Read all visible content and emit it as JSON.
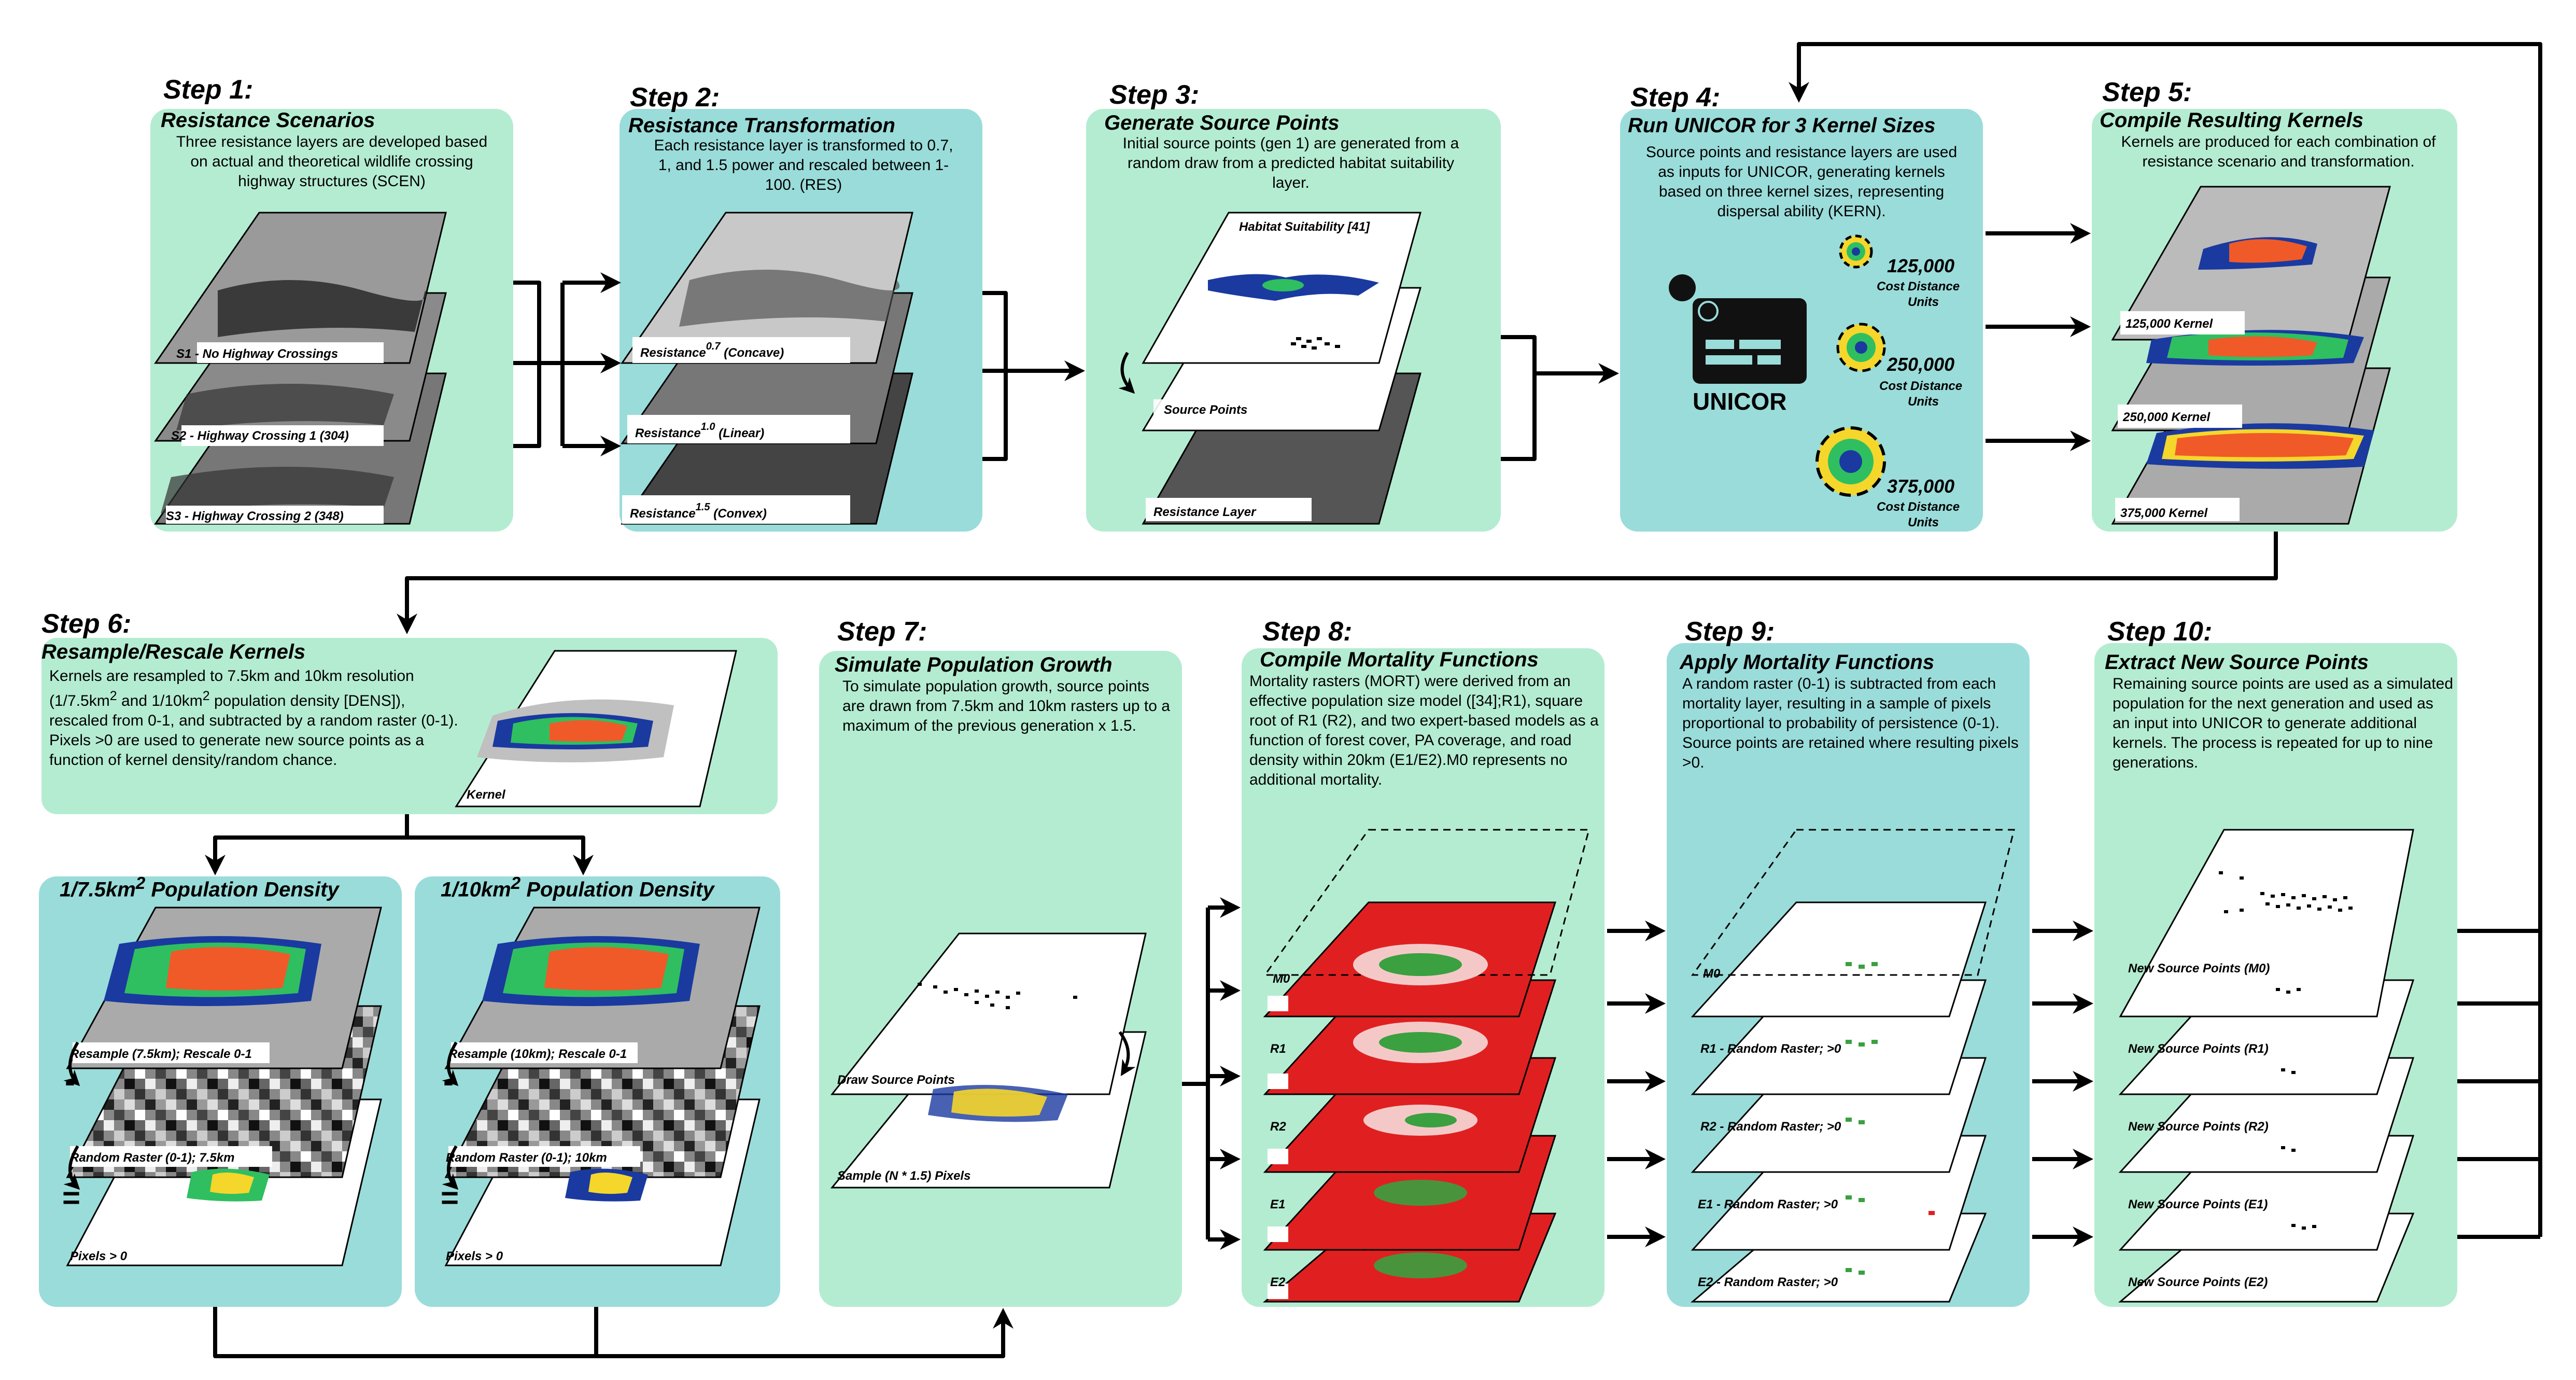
{
  "steps": {
    "s1": {
      "title": "Step 1:",
      "subtitle": "Resistance Scenarios",
      "desc": "Three resistance layers are developed based on actual and theoretical wildlife crossing highway structures (SCEN)",
      "layers": [
        "S1 - No Highway Crossings",
        "S2 - Highway Crossing 1 (304)",
        "S3 - Highway Crossing 2 (348)"
      ]
    },
    "s2": {
      "title": "Step 2:",
      "subtitle": "Resistance Transformation",
      "desc": "Each resistance layer is transformed to 0.7, 1, and 1.5 power and rescaled between 1-100. (RES)",
      "layers": [
        {
          "base": "Resistance",
          "sup": "0.7",
          "suffix": " (Concave)"
        },
        {
          "base": "Resistance",
          "sup": "1.0",
          "suffix": " (Linear)"
        },
        {
          "base": "Resistance",
          "sup": "1.5",
          "suffix": " (Convex)"
        }
      ]
    },
    "s3": {
      "title": "Step 3:",
      "subtitle": "Generate Source Points",
      "desc": "Initial source points (gen 1) are generated from a random draw from a predicted habitat suitability layer.",
      "layers": [
        "Habitat Suitability [41]",
        "Source Points",
        "Resistance Layer"
      ]
    },
    "s4": {
      "title": "Step 4:",
      "subtitle": "Run UNICOR for 3 Kernel Sizes",
      "desc": "Source points and resistance layers are used as inputs for UNICOR, generating kernels based on three kernel sizes, representing dispersal ability (KERN).",
      "logo": "UNICOR",
      "kernels": [
        {
          "value": "125,000",
          "unit1": "Cost Distance",
          "unit2": "Units"
        },
        {
          "value": "250,000",
          "unit1": "Cost Distance",
          "unit2": "Units"
        },
        {
          "value": "375,000",
          "unit1": "Cost Distance",
          "unit2": "Units"
        }
      ]
    },
    "s5": {
      "title": "Step 5:",
      "subtitle": "Compile Resulting Kernels",
      "desc": "Kernels are produced for each combination of resistance scenario and transformation.",
      "layers": [
        "125,000 Kernel",
        "250,000 Kernel",
        "375,000 Kernel"
      ]
    },
    "s6": {
      "title": "Step 6:",
      "subtitle": "Resample/Rescale Kernels",
      "desc_html": "Kernels are resampled to 7.5km and 10km resolution (1/7.5km<sup>2</sup> and 1/10km<sup>2</sup> population density [DENS]), rescaled from 0-1, and subtracted by a random raster (0-1). Pixels &gt;0 are used to generate new source points as a function of kernel density/random chance.",
      "kernel_label": "Kernel",
      "left": {
        "title_html": "1/7.5km<sup>2</sup> Population Density",
        "layers": [
          "Resample (7.5km); Rescale 0-1",
          "Random Raster (0-1); 7.5km",
          "Pixels > 0"
        ]
      },
      "right": {
        "title_html": "1/10km<sup>2</sup> Population Density",
        "layers": [
          "Resample (10km); Rescale 0-1",
          "Random Raster (0-1); 10km",
          "Pixels > 0"
        ]
      },
      "minus": "-",
      "equals": "="
    },
    "s7": {
      "title": "Step 7:",
      "subtitle": "Simulate Population Growth",
      "desc": "To simulate population growth, source points are drawn from 7.5km and 10km rasters up to a maximum of the previous generation x 1.5.",
      "layers": [
        "Draw Source Points",
        "Sample (N * 1.5) Pixels"
      ]
    },
    "s8": {
      "title": "Step 8:",
      "subtitle": "Compile Mortality Functions",
      "desc": "Mortality rasters (MORT) were derived from an effective population size model ([34];R1), square root of R1 (R2), and two expert-based models as a function of forest cover, PA coverage, and road density within 20km (E1/E2).M0 represents no additional mortality.",
      "layers": [
        "M0",
        "R1",
        "R2",
        "E1",
        "E2"
      ]
    },
    "s9": {
      "title": "Step 9:",
      "subtitle": "Apply Mortality Functions",
      "desc": "A random raster (0-1) is subtracted from each mortality layer, resulting in a sample of pixels proportional to probability of persistence (0-1). Source points are retained where resulting pixels >0.",
      "layers": [
        "M0",
        "R1 - Random Raster; >0",
        "R2 - Random Raster; >0",
        "E1 - Random Raster; >0",
        "E2 - Random Raster; >0"
      ]
    },
    "s10": {
      "title": "Step 10:",
      "subtitle": "Extract New Source Points",
      "desc": "Remaining source points are used as a simulated population for the next generation and used as an input into UNICOR to generate additional kernels. The process is repeated for up to nine generations.",
      "layers": [
        "New Source Points (M0)",
        "New Source Points (R1)",
        "New Source Points (R2)",
        "New Source Points (E1)",
        "New Source Points (E2)"
      ]
    }
  },
  "colors": {
    "panel_green": "#b4ecd2",
    "panel_teal": "#9adcda",
    "kernel_low": "#2b4cc0",
    "kernel_mid": "#2fbf60",
    "kernel_high": "#f05a28",
    "mortality_red": "#e02020",
    "mortality_green": "#3aa040"
  }
}
